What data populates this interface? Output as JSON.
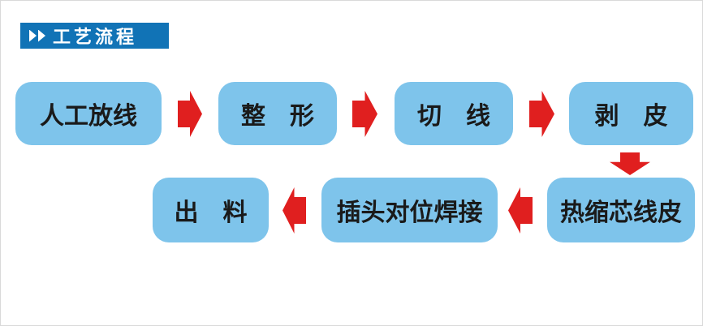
{
  "header": {
    "title": "工艺流程",
    "icon": "double-chevron-right-icon",
    "bg_color": "#1173b6",
    "text_color": "#ffffff"
  },
  "colors": {
    "box_blue": "#7ec4eb",
    "arrow_red": "#e01f1f",
    "box_text": "#1a1a1a",
    "page_border": "#d9d9d9",
    "page_bg": "#ffffff"
  },
  "flow": {
    "steps": [
      {
        "order": 1,
        "label": "人工放线"
      },
      {
        "order": 2,
        "label": "整　形"
      },
      {
        "order": 3,
        "label": "切　线"
      },
      {
        "order": 4,
        "label": "剥　皮"
      },
      {
        "order": 5,
        "label": "热缩芯线皮"
      },
      {
        "order": 6,
        "label": "插头对位焊接"
      },
      {
        "order": 7,
        "label": "出　料"
      }
    ],
    "connections": [
      {
        "from": 1,
        "to": 2,
        "direction": "right"
      },
      {
        "from": 2,
        "to": 3,
        "direction": "right"
      },
      {
        "from": 3,
        "to": 4,
        "direction": "right"
      },
      {
        "from": 4,
        "to": 5,
        "direction": "down"
      },
      {
        "from": 5,
        "to": 6,
        "direction": "left"
      },
      {
        "from": 6,
        "to": 7,
        "direction": "left"
      }
    ]
  }
}
